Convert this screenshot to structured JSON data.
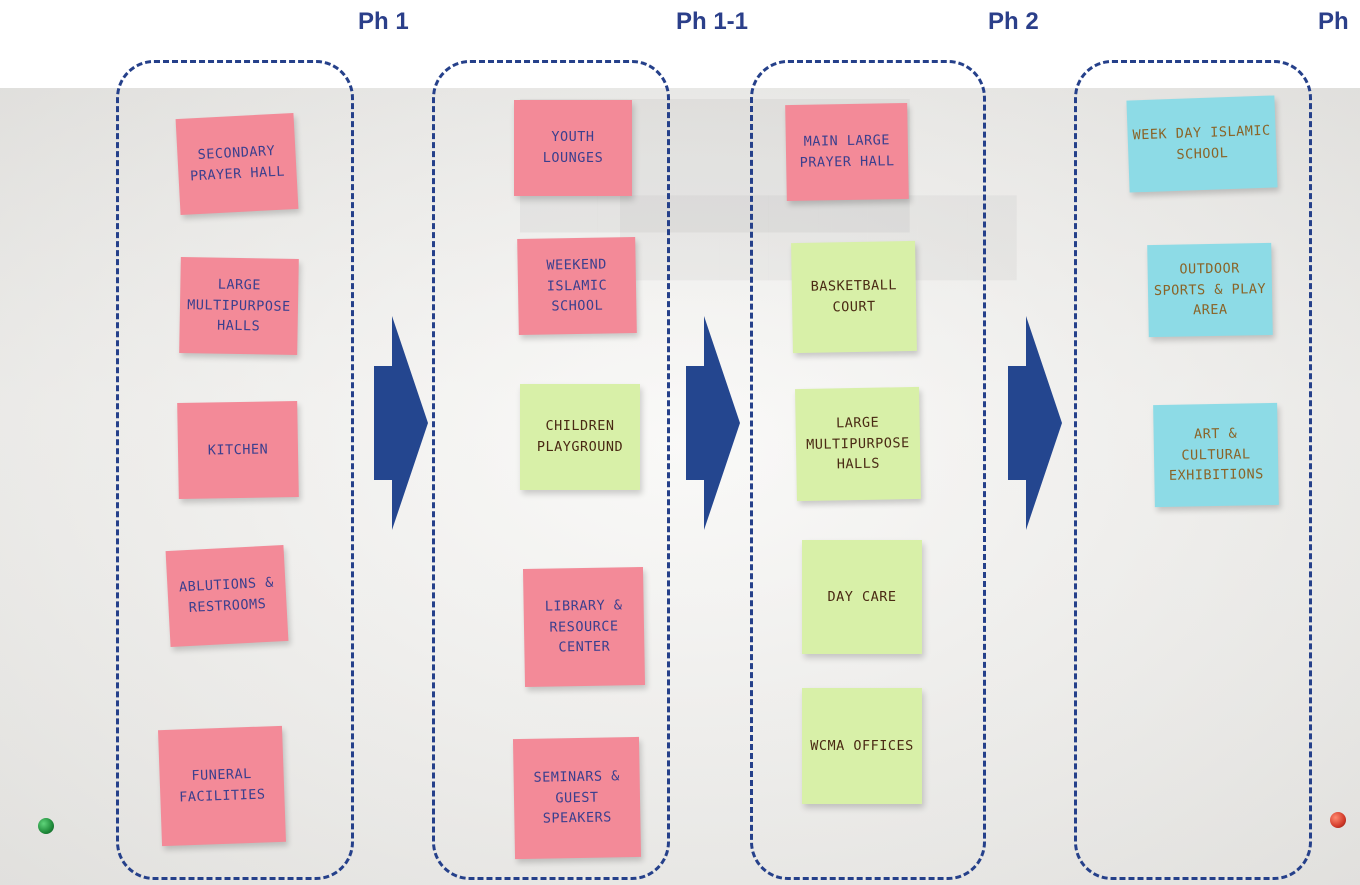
{
  "phases": [
    {
      "label": "Ph 1",
      "notes": [
        {
          "text": "Secondary Prayer Hall"
        },
        {
          "text": "Large Multipurpose Halls"
        },
        {
          "text": "Kitchen"
        },
        {
          "text": "Ablutions & Restrooms"
        },
        {
          "text": "Funeral Facilities"
        }
      ]
    },
    {
      "label": "Ph 1-1",
      "notes": [
        {
          "text": "Youth Lounges"
        },
        {
          "text": "Weekend Islamic School"
        },
        {
          "text": "Children Playground"
        },
        {
          "text": "Library & Resource Center"
        },
        {
          "text": "Seminars & Guest Speakers"
        }
      ]
    },
    {
      "label": "Ph 2",
      "notes": [
        {
          "text": "Main Large Prayer Hall"
        },
        {
          "text": "Basketball Court"
        },
        {
          "text": "Large Multipurpose Halls"
        },
        {
          "text": "Day Care"
        },
        {
          "text": "WCMA Offices"
        }
      ]
    },
    {
      "label": "Ph",
      "notes": [
        {
          "text": "Week Day Islamic School"
        },
        {
          "text": "Outdoor Sports & Play Area"
        },
        {
          "text": "Art & Cultural Exhibitions"
        }
      ]
    }
  ],
  "colors": {
    "phase_label": "#2b3f8a",
    "dashed_box": "#25408a",
    "arrow": "#24468f",
    "note_pink": "#f38a98",
    "note_green": "#d8f0a8",
    "note_blue": "#8ddbe6",
    "pin_left": "#1f8a3a",
    "pin_right": "#d23a2a"
  }
}
